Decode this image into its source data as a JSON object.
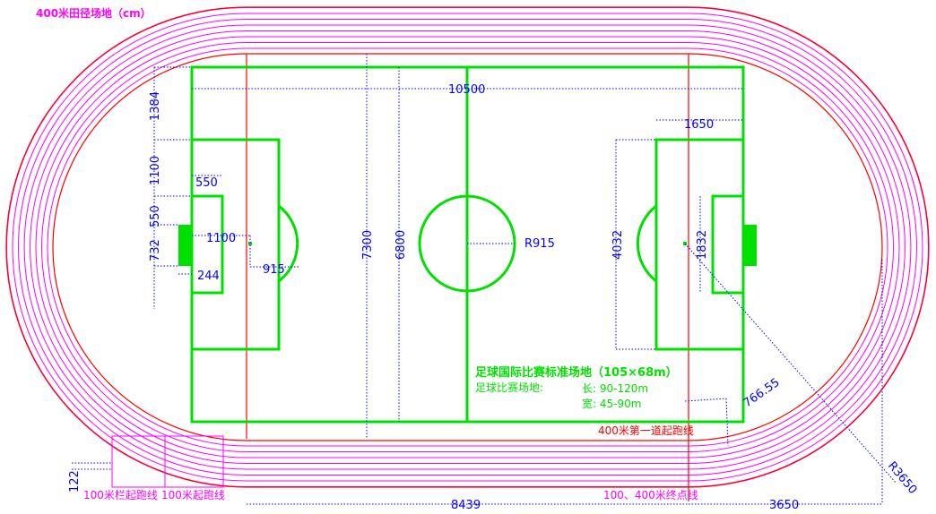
{
  "title": "400米田径场地（cm）",
  "colors": {
    "field": "#00e000",
    "lane": "#ff00ff",
    "boundary": "#ff0000",
    "dimension": "#0000ff"
  },
  "dimensions": {
    "field_length": "10500",
    "field_width_outer": "7300",
    "field_width": "6800",
    "top_offset": "1384",
    "penalty_side": "1100",
    "goal_area_side": "550",
    "goal_side": "550",
    "goal_width": "732",
    "goal_area_depth": "550",
    "penalty_spot": "1100",
    "goal_depth": "244",
    "arc_radius": "915",
    "center_radius": "R915",
    "penalty_depth": "1650",
    "penalty_width": "4032",
    "goal_area_width": "1832",
    "corner": "766.55",
    "track_radius": "R3650",
    "lane_width": "122",
    "straight": "8439",
    "curve": "3650"
  },
  "info": {
    "heading": "足球国际比赛标准场地（105×68m）",
    "label": "足球比赛场地:",
    "length": "长: 90-120m",
    "width": "宽: 45-90m"
  },
  "track_labels": {
    "start_400": "400米第一道起跑线",
    "hurdles_start": "100米栏起跑线",
    "start_100": "100米起跑线",
    "finish": "100、400米终点线"
  }
}
